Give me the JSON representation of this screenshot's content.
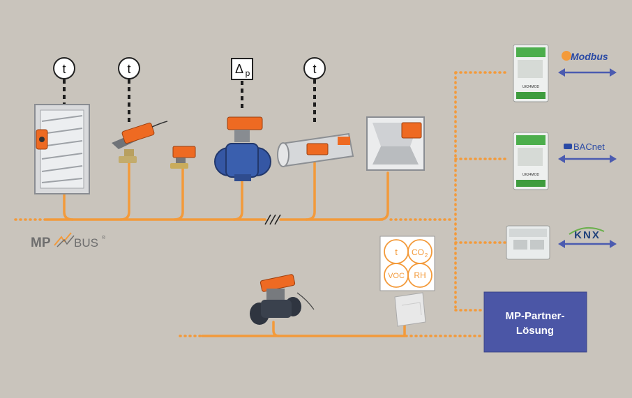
{
  "colors": {
    "background": "#c9c4bc",
    "bus_orange": "#f39a3a",
    "actuator_orange": "#ee6a22",
    "partner_box": "#4b56a6",
    "arrow_blue": "#4b5bb0",
    "sensor_circle": "#f39a3a"
  },
  "sensors": {
    "s1": "t",
    "s2": "t",
    "s3_main": "Δ",
    "s3_sub": "p",
    "s4": "t"
  },
  "room_sensor": {
    "t": "t",
    "co_main": "CO",
    "co_sub": "2",
    "voc": "VOC",
    "rh": "RH"
  },
  "bus_logo": {
    "mp": "MP",
    "bus": "BUS",
    "reg": "®"
  },
  "gateways": {
    "modbus": "Modbus",
    "bacnet": "BACnet",
    "knx": "KNX",
    "module_label_1": "UK24MOD",
    "module_label_2": "UK24MOD"
  },
  "partner": {
    "line1": "MP-Partner-",
    "line2": "Lösung"
  },
  "icons": [
    "temperature-sensor-icon",
    "pressure-sensor-icon",
    "room-sensor-icon",
    "gateway-module-icon",
    "double-arrow-icon"
  ]
}
